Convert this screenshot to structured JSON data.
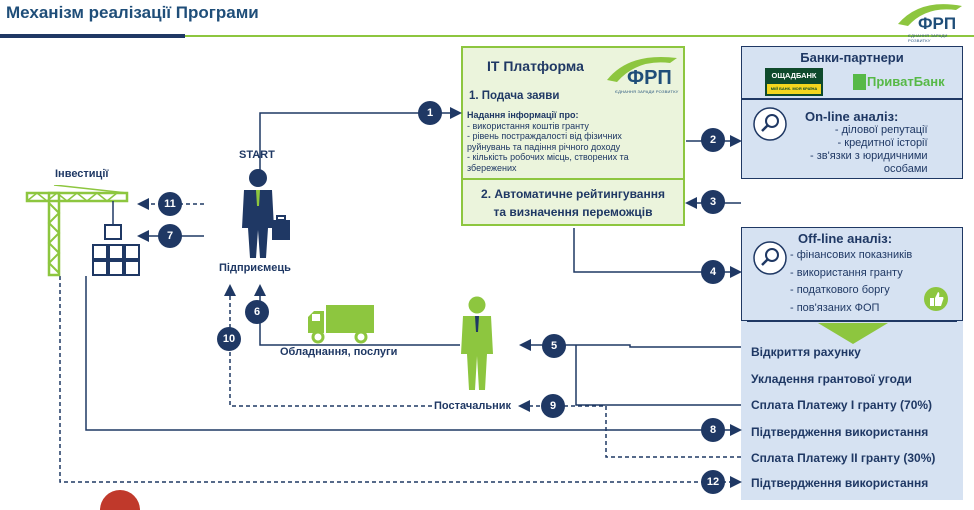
{
  "header": {
    "title": "Механізм реалізації Програми",
    "logo_text": "ФРП",
    "logo_tagline": "ЄДНАННЯ ЗАРАДИ РОЗВИТКУ"
  },
  "it_platform": {
    "title": "ІТ Платформа",
    "step1": "1. Подача заяви",
    "info_heading": "Надання інформації про:",
    "info_items": [
      "- використання коштів гранту",
      "- рівень постраждалості від фізичних",
      "руйнувань та падіння річного доходу",
      "- кількість робочих місць, створених та",
      "збережених"
    ],
    "step2_lines": [
      "2. Автоматичне рейтингування",
      "та визначення переможців"
    ]
  },
  "banks": {
    "title": "Банки-партнери",
    "bank1": "ОЩАДБАНК",
    "bank1_sub": "МІЙ БАНК. МОЯ КРАЇНА",
    "bank2": "ПриватБанк"
  },
  "online": {
    "title": "On-line аналіз:",
    "items": [
      "- ділової репутації",
      "- кредитної історії",
      "- зв'язки з юридичними",
      "особами"
    ]
  },
  "offline": {
    "title": "Off-line аналіз:",
    "items": [
      "- фінансових показників",
      "- використання гранту",
      "- податкового боргу",
      "- пов'язаних ФОП"
    ]
  },
  "steps": [
    "Відкриття рахунку",
    "Укладення грантової угоди",
    "Сплата Платежу І гранту (70%)",
    "Підтвердження використання",
    "Сплата Платежу ІІ гранту (30%)",
    "Підтвердження використання"
  ],
  "labels": {
    "start": "START",
    "entrepreneur": "Підприємець",
    "investments": "Інвестиції",
    "equipment": "Обладнання, послуги",
    "supplier": "Постачальник"
  },
  "numbers": [
    "1",
    "2",
    "3",
    "4",
    "5",
    "6",
    "7",
    "8",
    "9",
    "10",
    "11",
    "12"
  ],
  "colors": {
    "navy": "#1f3864",
    "green": "#8dc63f",
    "light_blue": "#d6e2f2",
    "light_green": "#ebf4dc"
  }
}
